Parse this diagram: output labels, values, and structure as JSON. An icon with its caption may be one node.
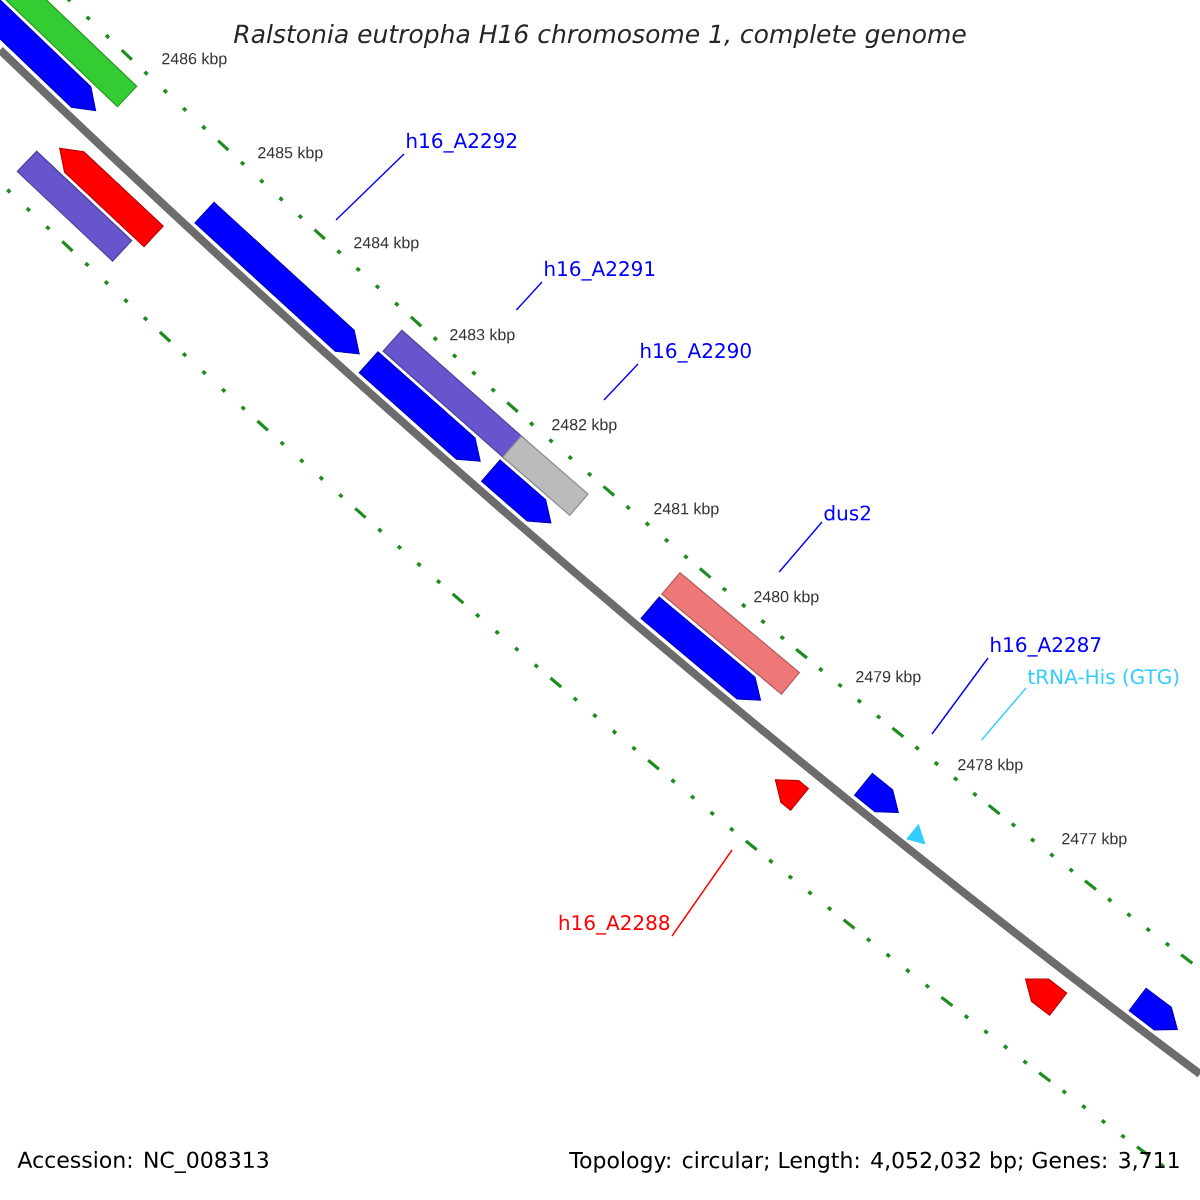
{
  "diagram": {
    "title": "Ralstonia eutropha H16 chromosome 1, complete genome",
    "nodes": [
      {
        "text": [
          "h16_A2292"
        ]
      },
      {
        "text": [
          "h16_A2291"
        ]
      },
      {
        "text": [
          "h16_A2290"
        ]
      },
      {
        "text": [
          "dus2"
        ]
      },
      {
        "text": [
          "h16_A2287"
        ]
      },
      {
        "text": [
          "tRNA-His (GTG)"
        ]
      },
      {
        "text": [
          "h16_A2288"
        ]
      }
    ],
    "edges": [
      {
        "from": 0,
        "to": null,
        "arrow": "none"
      },
      {
        "from": 1,
        "to": null,
        "arrow": "none"
      },
      {
        "from": 2,
        "to": null,
        "arrow": "none"
      },
      {
        "from": 3,
        "to": null,
        "arrow": "none"
      },
      {
        "from": 4,
        "to": null,
        "arrow": "none"
      },
      {
        "from": 5,
        "to": null,
        "arrow": "none",
        "color": "#33ccff"
      },
      {
        "from": 6,
        "to": null,
        "arrow": "none",
        "color": "#ff0000"
      }
    ],
    "labels": [
      "2486 kbp",
      "2485 kbp",
      "2484 kbp",
      "2483 kbp",
      "2482 kbp",
      "2481 kbp",
      "2480 kbp",
      "2479 kbp",
      "2478 kbp",
      "2477 kbp",
      "Accession: NC_008313",
      "Topology: circular; Length: 4,052,032 bp; Genes: 3,711"
    ]
  }
}
